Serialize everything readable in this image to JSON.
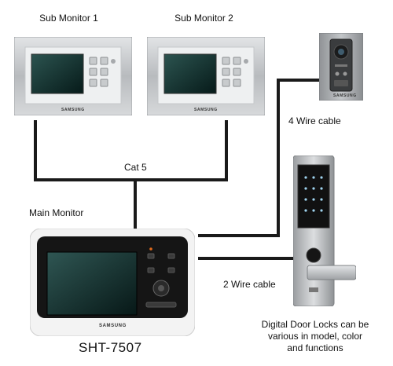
{
  "labels": {
    "sub_monitor_1": "Sub Monitor 1",
    "sub_monitor_2": "Sub Monitor 2",
    "cat5": "Cat 5",
    "main_monitor": "Main Monitor",
    "four_wire": "4 Wire cable",
    "two_wire": "2 Wire cable",
    "model": "SHT-7507",
    "door_lock_note_1": "Digital Door Locks can be",
    "door_lock_note_2": "various in model, color",
    "door_lock_note_3": "and functions"
  },
  "device_text": {
    "brand": "SAMSUNG"
  },
  "colors": {
    "cable": "#1a1a1a",
    "sub_monitor_frame": "#c9cbcd",
    "sub_monitor_face": "#eef0f1",
    "screen": "#0b2a28",
    "main_monitor_frame": "#eaeaea",
    "main_monitor_bezel": "#151515",
    "door_station": "#9ea1a4",
    "door_lock": "#b9bcbf"
  }
}
